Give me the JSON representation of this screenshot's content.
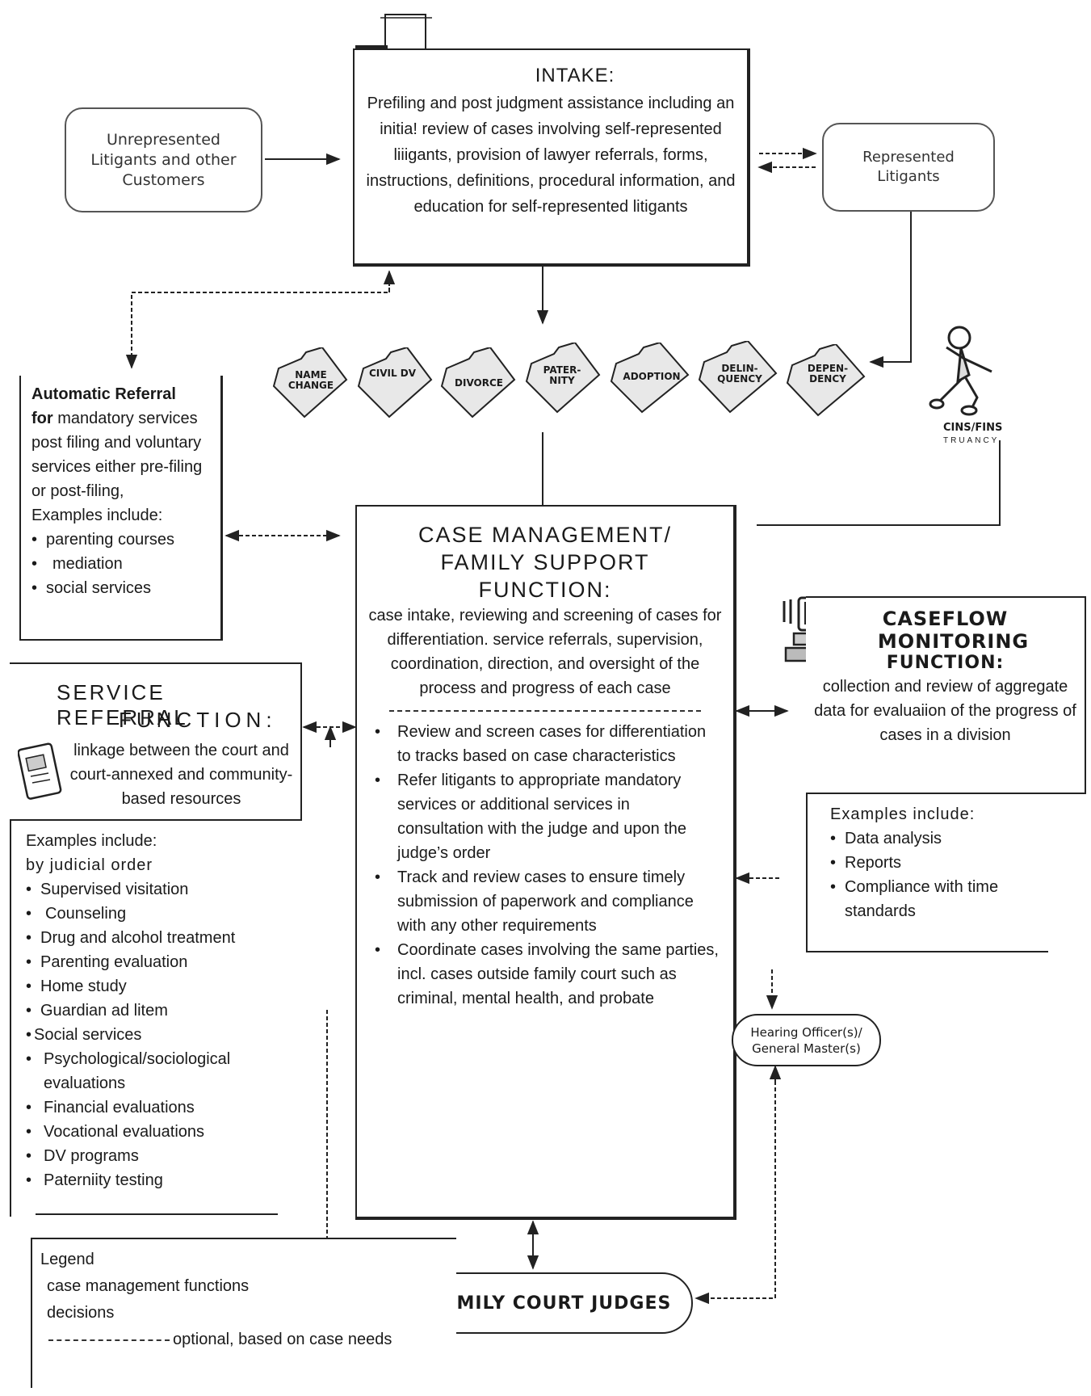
{
  "intake": {
    "title": "INTAKE:",
    "text": "Prefiling and post judgment assistance including an initia! review of cases involving self-represented liiigants, provision of lawyer referrals, forms, instructions, definitions, procedural information, and education for self-represented litigants"
  },
  "unrepresented": "Unrepresented Litigants and other Customers",
  "represented": "Represented Litigants",
  "folders": [
    "NAME CHANGE",
    "CIVIL DV",
    "DIVORCE",
    "PATER- NITY",
    "ADOPTION",
    "DELIN- QUENCY",
    "DEPEN- DENCY"
  ],
  "cins": {
    "title": "CINS/FINS",
    "sub": "TRUANCY"
  },
  "automatic_referral": {
    "title": "Automatic Referral",
    "text_prefix": "for",
    "text": "mandatory services post filing and voluntary services either pre-filing or post-filing,",
    "examples_label": "Examples include:",
    "items": [
      "parenting courses",
      "mediation",
      "social services"
    ]
  },
  "case_management": {
    "title_line1": "CASE MANAGEMENT/",
    "title_line2": "FAMILY SUPPORT",
    "title_line3": "FUNCTION:",
    "text": "case intake, reviewing and screening of cases for differentiation. service referrals, supervision, coordination, direction, and oversight of the process and progress of each case",
    "items": [
      "Review and screen cases for differentiation to tracks based on case characteristics",
      "Refer litigants to appropriate mandatory services or additional services in consultation with the judge and upon the judge’s order",
      "Track and review cases to ensure timely submission of paperwork and compliance with any other requirements",
      "Coordinate cases involving the same parties, incl. cases outside family court such as criminal, mental health, and probate"
    ]
  },
  "service_referral": {
    "title_line1": "SERVICE REFERRAL",
    "title_line2": "FUNCTION:",
    "text": "linkage between the court and court-annexed and community-based resources",
    "examples_label": "Examples include:",
    "by_order": "by judicial order",
    "items": [
      "Supervised visitation",
      "Counseling",
      "Drug and alcohol treatment",
      "Parenting evaluation",
      "Home study",
      "Guardian ad litem",
      "Social services",
      "Psychological/sociological evaluations",
      "Financial evaluations",
      "Vocational evaluations",
      "DV programs",
      "Paterniity testing"
    ]
  },
  "caseflow": {
    "title_line1": "CASEFLOW",
    "title_line2": "MONITORING",
    "title_line3": "FUNCTION:",
    "text": "collection and review of aggregate data for evaluaiion of the progress of cases in a division",
    "examples_label": "Examples include:",
    "items": [
      "Data analysis",
      "Reports",
      "Compliance with time standards"
    ]
  },
  "hearing_officer": "Hearing Officer(s)/ General Master(s)",
  "judges": "FAMILY COURT JUDGES",
  "legend": {
    "title": "Legend",
    "row1": "case management functions",
    "row2": "decisions",
    "row3": "optional, based on case needs"
  }
}
